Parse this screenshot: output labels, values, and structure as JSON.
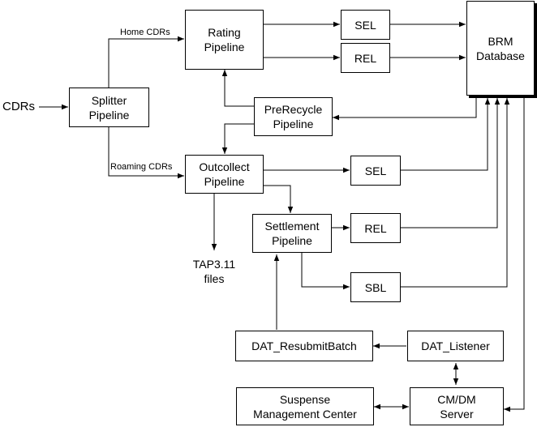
{
  "nodes": {
    "cdrs": "CDRs",
    "splitter": "Splitter\nPipeline",
    "rating": "Rating\nPipeline",
    "sel_top": "SEL",
    "rel_top": "REL",
    "brm": "BRM\nDatabase",
    "prerecycle": "PreRecycle\nPipeline",
    "outcollect": "Outcollect\nPipeline",
    "sel_mid": "SEL",
    "settlement": "Settlement\nPipeline",
    "rel_mid": "REL",
    "sbl": "SBL",
    "tap_files": "TAP3.11\nfiles",
    "dat_resubmit": "DAT_ResubmitBatch",
    "dat_listener": "DAT_Listener",
    "suspense": "Suspense\nManagement Center",
    "cmdm": "CM/DM\nServer"
  },
  "edge_labels": {
    "home": "Home CDRs",
    "roaming": "Roaming CDRs"
  }
}
